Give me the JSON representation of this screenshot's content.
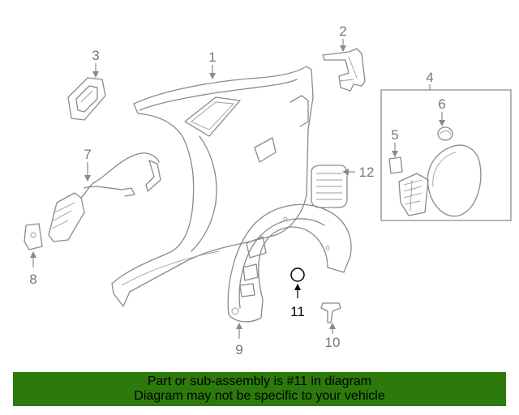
{
  "callouts": {
    "c1": "1",
    "c2": "2",
    "c3": "3",
    "c4": "4",
    "c5": "5",
    "c6": "6",
    "c7": "7",
    "c8": "8",
    "c9": "9",
    "c10": "10",
    "c11": "11",
    "c12": "12"
  },
  "highlight_part": "11",
  "colors": {
    "banner": "#2b7a0b",
    "line_art": "#8a8a8a",
    "highlight": "#000000"
  },
  "banner": {
    "line1": "Part or sub-assembly is #11 in diagram",
    "line2": "Diagram may not be specific to your vehicle"
  }
}
